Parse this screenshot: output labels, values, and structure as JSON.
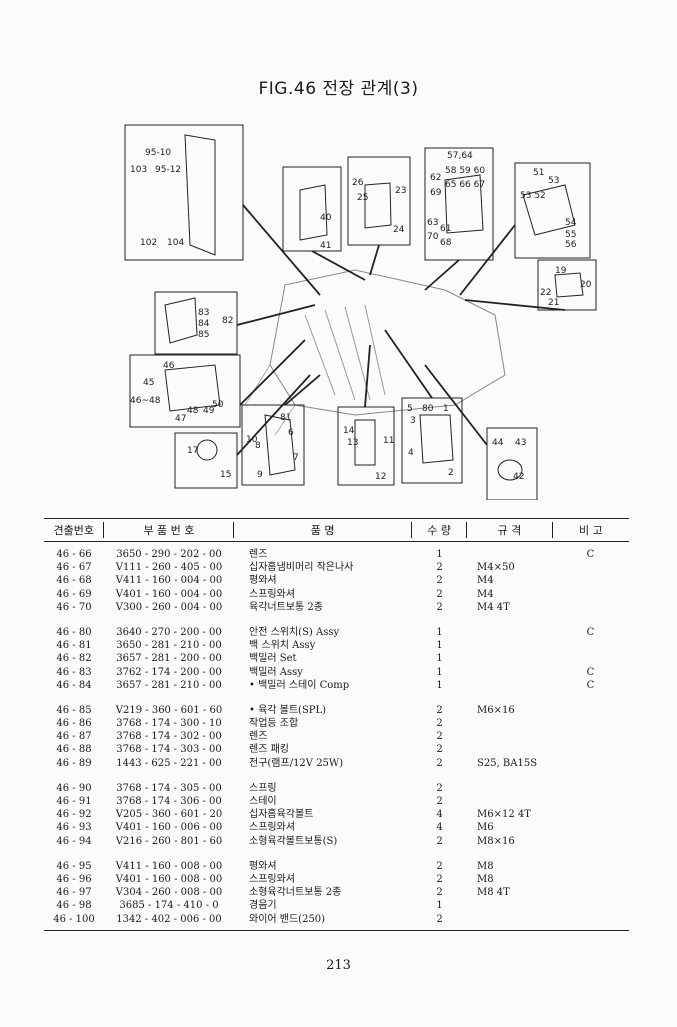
{
  "title": "FIG.46 전장 관계(3)",
  "diagram": {
    "callouts": [
      "95-10",
      "103",
      "95-12",
      "102",
      "104",
      "26",
      "25",
      "23",
      "24",
      "40",
      "41",
      "57,64",
      "62",
      "58",
      "59",
      "60",
      "65",
      "66",
      "67",
      "69",
      "63",
      "61",
      "70",
      "68",
      "51",
      "53",
      "52",
      "54",
      "55",
      "56",
      "19",
      "20",
      "22",
      "21",
      "83",
      "84",
      "85",
      "82",
      "46",
      "45",
      "46~48",
      "48",
      "49",
      "50",
      "47",
      "81",
      "6",
      "10",
      "8",
      "7",
      "9",
      "14",
      "13",
      "11",
      "12",
      "5",
      "80",
      "1",
      "3",
      "2",
      "4",
      "44",
      "43",
      "42",
      "17",
      "15"
    ]
  },
  "table": {
    "headers": [
      "견출번호",
      "부 품 번 호",
      "품 명",
      "수 량",
      "규 격",
      "비 고"
    ],
    "groups": [
      [
        {
          "ref": "46 - 66",
          "part": "3650 - 290 - 202 - 00",
          "name": "렌즈",
          "qty": "1",
          "spec": "",
          "note": "C"
        },
        {
          "ref": "46 - 67",
          "part": "V111 - 260 - 405 - 00",
          "name": "십자홈냄비머리 작은나사",
          "qty": "2",
          "spec": "M4×50",
          "note": ""
        },
        {
          "ref": "46 - 68",
          "part": "V411 - 160 - 004 - 00",
          "name": "평와셔",
          "qty": "2",
          "spec": "M4",
          "note": ""
        },
        {
          "ref": "46 - 69",
          "part": "V401 - 160 - 004 - 00",
          "name": "스프링와셔",
          "qty": "2",
          "spec": "M4",
          "note": ""
        },
        {
          "ref": "46 - 70",
          "part": "V300 - 260 - 004 - 00",
          "name": "육각너트보통 2종",
          "qty": "2",
          "spec": "M4 4T",
          "note": ""
        }
      ],
      [
        {
          "ref": "46 - 80",
          "part": "3640 - 270 - 200 - 00",
          "name": "안전 스위치(S) Assy",
          "qty": "1",
          "spec": "",
          "note": "C"
        },
        {
          "ref": "46 - 81",
          "part": "3650 - 281 - 210 - 00",
          "name": "백 스위치 Assy",
          "qty": "1",
          "spec": "",
          "note": ""
        },
        {
          "ref": "46 - 82",
          "part": "3657 - 281 - 200 - 00",
          "name": "백밀러 Set",
          "qty": "1",
          "spec": "",
          "note": ""
        },
        {
          "ref": "46 - 83",
          "part": "3762 - 174 - 200 - 00",
          "name": "백밀러 Assy",
          "qty": "1",
          "spec": "",
          "note": "C"
        },
        {
          "ref": "46 - 84",
          "part": "3657 - 281 - 210 - 00",
          "name": "• 백밀러 스테이 Comp",
          "qty": "1",
          "spec": "",
          "note": "C"
        }
      ],
      [
        {
          "ref": "46 - 85",
          "part": "V219 - 360 - 601 - 60",
          "name": "• 육각 볼트(SPL)",
          "qty": "2",
          "spec": "M6×16",
          "note": ""
        },
        {
          "ref": "46 - 86",
          "part": "3768 - 174 - 300 - 10",
          "name": "작업등 조합",
          "qty": "2",
          "spec": "",
          "note": ""
        },
        {
          "ref": "46 - 87",
          "part": "3768 - 174 - 302 - 00",
          "name": "렌즈",
          "qty": "2",
          "spec": "",
          "note": ""
        },
        {
          "ref": "46 - 88",
          "part": "3768 - 174 - 303 - 00",
          "name": "렌즈 패킹",
          "qty": "2",
          "spec": "",
          "note": ""
        },
        {
          "ref": "46 - 89",
          "part": "1443 - 625 - 221 - 00",
          "name": "전구(램프/12V 25W)",
          "qty": "2",
          "spec": "S25, BA15S",
          "note": ""
        }
      ],
      [
        {
          "ref": "46 - 90",
          "part": "3768 - 174 - 305 - 00",
          "name": "스프링",
          "qty": "2",
          "spec": "",
          "note": ""
        },
        {
          "ref": "46 - 91",
          "part": "3768 - 174 - 306 - 00",
          "name": "스테이",
          "qty": "2",
          "spec": "",
          "note": ""
        },
        {
          "ref": "46 - 92",
          "part": "V205 - 360 - 601 - 20",
          "name": "십자홈육각볼트",
          "qty": "4",
          "spec": "M6×12 4T",
          "note": ""
        },
        {
          "ref": "46 - 93",
          "part": "V401 - 160 - 006 - 00",
          "name": "스프링와셔",
          "qty": "4",
          "spec": "M6",
          "note": ""
        },
        {
          "ref": "46 - 94",
          "part": "V216 - 260 - 801 - 60",
          "name": "소형육각볼트보통(S)",
          "qty": "2",
          "spec": "M8×16",
          "note": ""
        }
      ],
      [
        {
          "ref": "46 - 95",
          "part": "V411 - 160 - 008 - 00",
          "name": "평와셔",
          "qty": "2",
          "spec": "M8",
          "note": ""
        },
        {
          "ref": "46 - 96",
          "part": "V401 - 160 - 008 - 00",
          "name": "스프링와셔",
          "qty": "2",
          "spec": "M8",
          "note": ""
        },
        {
          "ref": "46 - 97",
          "part": "V304 - 260 - 008 - 00",
          "name": "소형육각너트보통 2종",
          "qty": "2",
          "spec": "M8 4T",
          "note": ""
        },
        {
          "ref": "46 - 98",
          "part": "3685 - 174 - 410 - 0",
          "name": "경음기",
          "qty": "1",
          "spec": "",
          "note": ""
        },
        {
          "ref": "46 - 100",
          "part": "1342 - 402 - 006 - 00",
          "name": "와이어 밴드(250)",
          "qty": "2",
          "spec": "",
          "note": ""
        }
      ]
    ]
  },
  "page_number": "213"
}
